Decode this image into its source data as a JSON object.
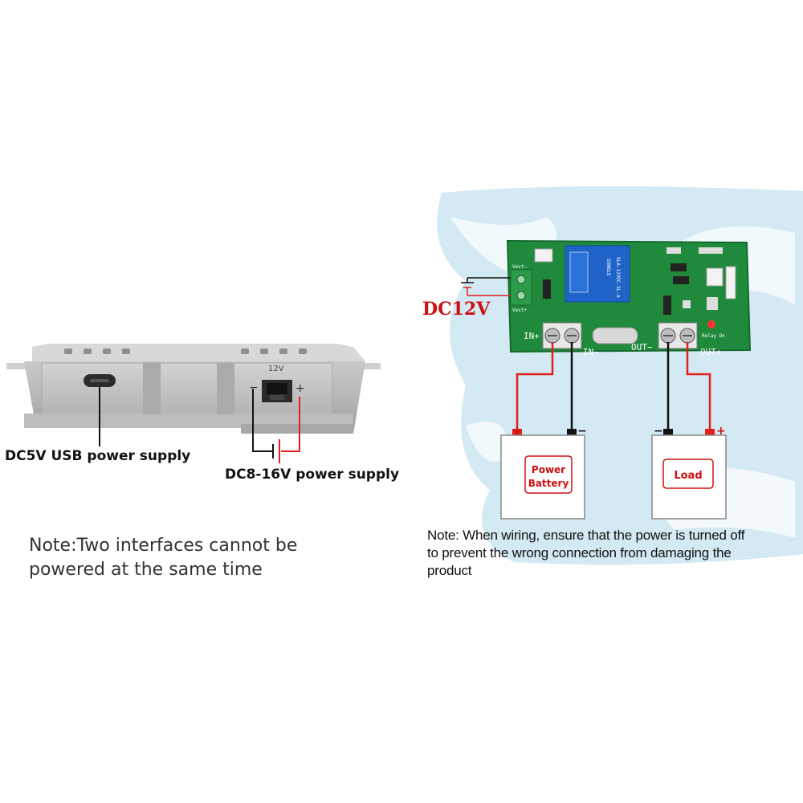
{
  "left_panel": {
    "port_label_12v": "12V",
    "minus_sign": "−",
    "plus_sign": "+",
    "usb_label": "DC5V USB power supply",
    "dc_label": "DC8-16V power supply",
    "note_line1": "Note:Two interfaces cannot be",
    "note_line2": "powered at the same time"
  },
  "right_panel": {
    "dc12v_label": "DC12V",
    "vext_minus": "Vext−",
    "vext_plus": "Vext+",
    "in_plus": "IN+",
    "in_minus": "IN−",
    "out_minus": "OUT−",
    "out_plus": "OUT+",
    "relay_on": "Relay On",
    "relay_text1": "SLA-12VDC-SL-A",
    "relay_text2": "SONGLE",
    "battery_line1": "Power",
    "battery_line2": "Battery",
    "load_label": "Load",
    "battery_plus": "+",
    "battery_minus": "−",
    "load_minus": "−",
    "load_plus": "+",
    "note_line1": "Note: When wiring, ensure that the power is turned off",
    "note_line2": "to prevent the wrong connection from damaging the",
    "note_line3": "product"
  },
  "colors": {
    "wire_red": "#e0201c",
    "wire_black": "#111111",
    "pcb_green": "#1f8a3c",
    "relay_blue": "#1f63c8",
    "label_red": "#cc1111",
    "map_blue": "#cfe6f1"
  },
  "icons": [
    "usb-c-port-icon",
    "rj-jack-icon",
    "battery-symbol-icon",
    "screw-terminal-icon"
  ]
}
